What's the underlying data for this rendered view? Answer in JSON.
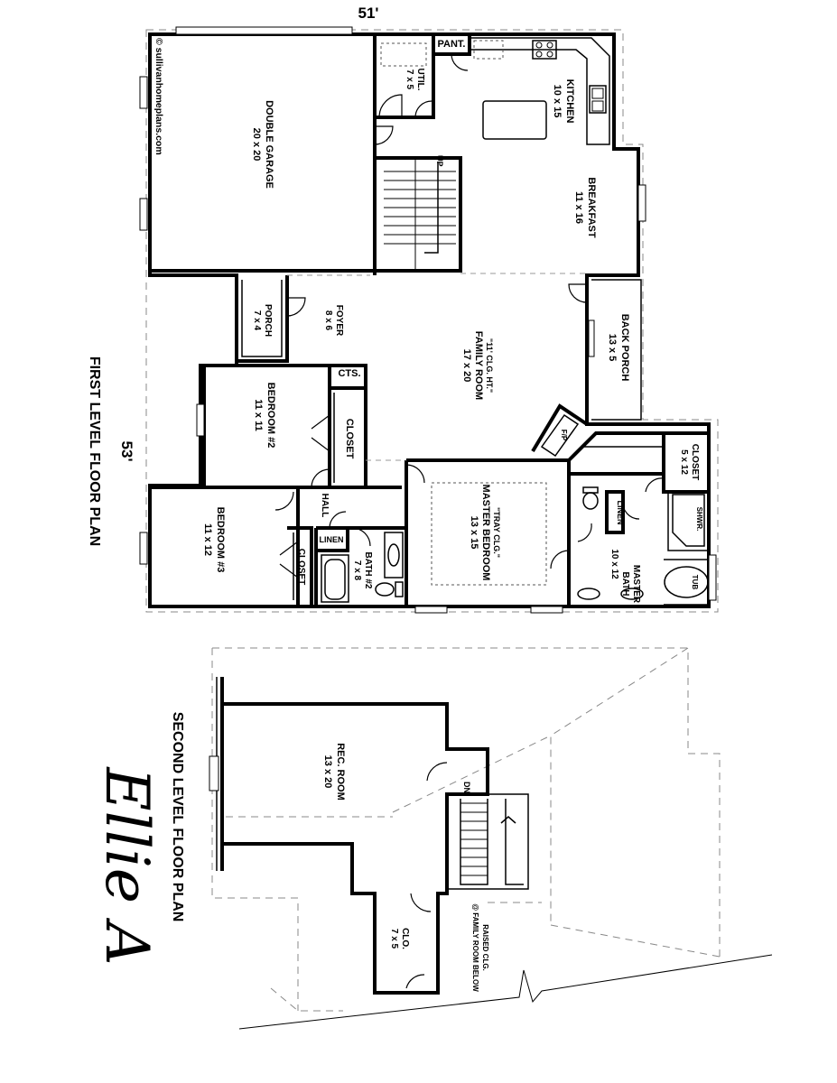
{
  "dimensions": {
    "width_label": "51'",
    "depth_label": "53'"
  },
  "first_level": {
    "title": "FIRST LEVEL FLOOR PLAN",
    "copyright": "© sullivanhomeplans.com",
    "rooms": {
      "garage": {
        "name": "DOUBLE GARAGE",
        "size": "20 x 20"
      },
      "util": {
        "name": "UTIL.",
        "size": "7 x 5"
      },
      "pant": {
        "name": "PANT."
      },
      "kitchen": {
        "name": "KITCHEN",
        "size": "10 x 15"
      },
      "breakfast": {
        "name": "BREAKFAST",
        "size": "11 x 16"
      },
      "stairs_up": {
        "name": "UP"
      },
      "porch": {
        "name": "PORCH",
        "size": "7 x 4"
      },
      "foyer": {
        "name": "FOYER",
        "size": "8 x 6"
      },
      "family": {
        "note": "\"11' CLG. HT.\"",
        "name": "FAMILY ROOM",
        "size": "17 x 20"
      },
      "back_porch": {
        "name": "BACK PORCH",
        "size": "13 x 5"
      },
      "cts": {
        "name": "CTS."
      },
      "bedroom2": {
        "name": "BEDROOM #2",
        "size": "11 x 11"
      },
      "closet_b2": {
        "name": "CLOSET"
      },
      "fp": {
        "name": "F/P"
      },
      "hall": {
        "name": "HALL"
      },
      "linen_hall": {
        "name": "LINEN"
      },
      "bedroom3": {
        "name": "BEDROOM #3",
        "size": "11 x 12"
      },
      "closet_b3": {
        "name": "CLOSET"
      },
      "bath2": {
        "name": "BATH #2",
        "size": "7 x 8"
      },
      "master_bed": {
        "note": "\"TRAY CLG.\"",
        "name": "MASTER BEDROOM",
        "size": "13 x 15"
      },
      "master_closet": {
        "name": "CLOSET",
        "size": "5 x 12"
      },
      "linen_mb": {
        "name": "LINEN"
      },
      "master_bath": {
        "name": "MASTER",
        "name2": "BATH",
        "size": "10 x 12"
      },
      "shwr": {
        "name": "SHWR."
      },
      "tub": {
        "name": "TUB"
      }
    }
  },
  "second_level": {
    "title": "SECOND LEVEL FLOOR PLAN",
    "rooms": {
      "rec": {
        "name": "REC. ROOM",
        "size": "13 x 20"
      },
      "clo": {
        "name": "CLO.",
        "size": "7 x 5"
      },
      "stairs_dn": {
        "name": "DN"
      },
      "raised": {
        "line1": "RAISED CLG.",
        "line2": "@ FAMILY ROOM BELOW"
      }
    }
  },
  "plan_name": "Ellie A"
}
